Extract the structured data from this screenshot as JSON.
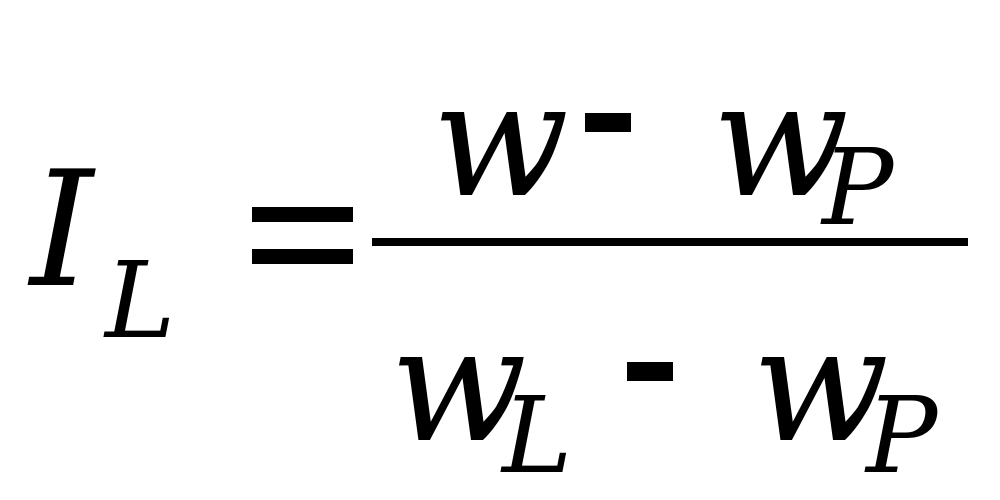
{
  "formula": {
    "lhs": {
      "symbol": "I",
      "subscript": "L"
    },
    "relation": "=",
    "numerator": {
      "term1": {
        "symbol": "w"
      },
      "operator": "-",
      "term2": {
        "symbol": "w",
        "subscript": "P"
      }
    },
    "denominator": {
      "term1": {
        "symbol": "w",
        "subscript": "L"
      },
      "operator": "-",
      "term2": {
        "symbol": "w",
        "subscript": "P"
      }
    }
  }
}
